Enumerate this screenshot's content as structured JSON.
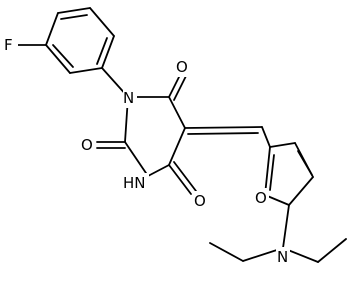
{
  "atoms": {
    "fluorine": "F",
    "n1": "N",
    "nh": "HN",
    "o_top": "O",
    "o_left": "O",
    "o_bottom": "O",
    "o_furan": "O",
    "n_amine": "N"
  }
}
